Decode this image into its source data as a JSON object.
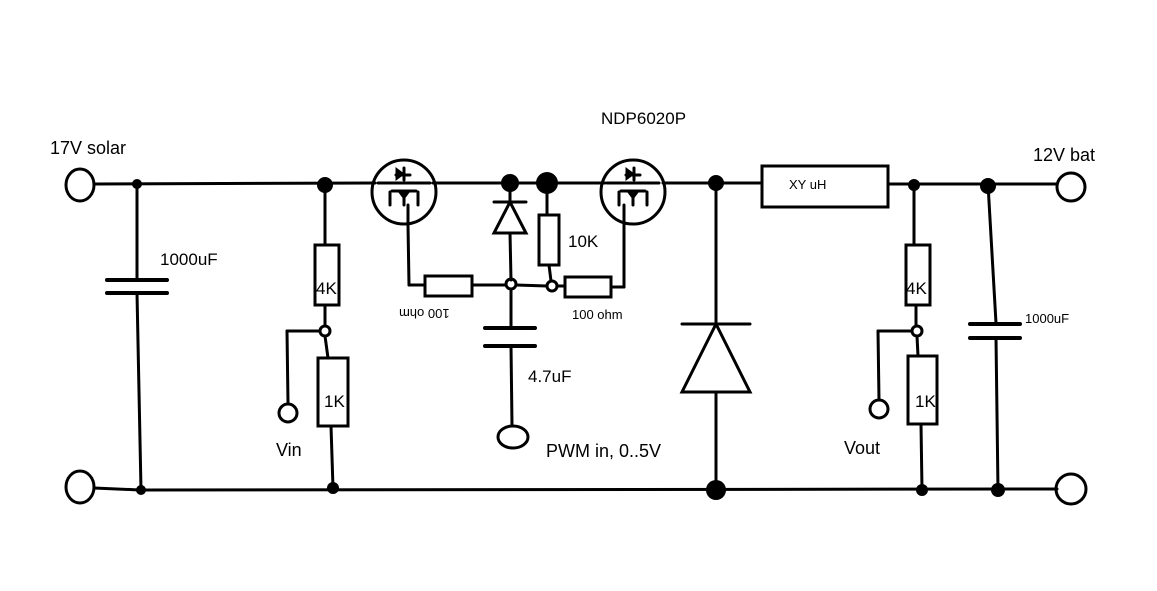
{
  "labels": {
    "solar_in": "17V solar",
    "cap_in": "1000uF",
    "mosfet": "NDP6020P",
    "r_10k": "10K",
    "r_4k_left": "4K",
    "r_1k_left": "1K",
    "vin": "Vin",
    "r_gate_left": "100 ohm",
    "r_gate_right": "100 ohm",
    "cap_gate": "4.7uF",
    "pwm": "PWM in, 0..5V",
    "inductor": "XY uH",
    "r_4k_right": "4K",
    "r_1k_right": "1K",
    "vout": "Vout",
    "cap_out": "1000uF",
    "bat_out": "12V bat"
  }
}
